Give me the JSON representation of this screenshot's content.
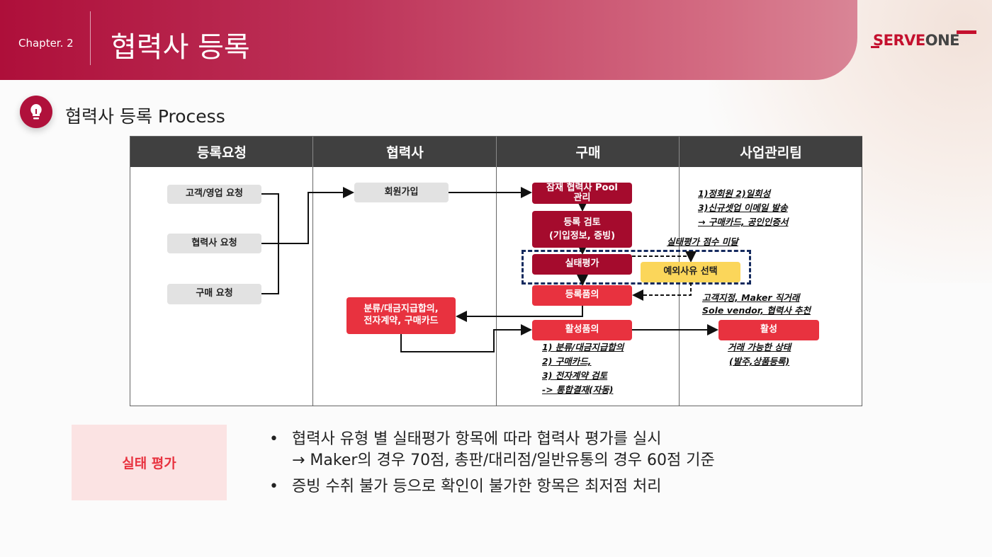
{
  "header": {
    "chapter": "Chapter. 2",
    "title": "협력사 등록",
    "logo": "SERVEONE",
    "logo_parts": [
      "SERVE",
      "ONE"
    ]
  },
  "section": {
    "icon": "lightbulb-icon",
    "title": "협력사 등록 Process"
  },
  "table": {
    "columns": [
      "등록요청",
      "협력사",
      "구매",
      "사업관리팀"
    ],
    "request": [
      "고객/영업 요청",
      "협력사 요청",
      "구매 요청"
    ],
    "partner": {
      "signup": "회원가입",
      "contract": [
        "분류/대금지급합의,",
        "전자계약, 구매카드"
      ]
    },
    "purchase": {
      "pool": [
        "잠재 협력사 Pool",
        "관리"
      ],
      "review": [
        "등록 검토",
        "(기입정보, 증빙)"
      ],
      "audit": "실태평가",
      "reg_approval": "등록품의",
      "act_approval": "활성품의",
      "act_notes": [
        "1) 분류/대금지급합의",
        "2) 구매카드,",
        "3) 전자계약 검토",
        "-> 통합결재(자동)"
      ]
    },
    "mgmt": {
      "notes": [
        "1)정회원 2)일회성",
        "3)신규셋업 이메일 발송",
        "→ 구매카드, 공인인증서"
      ],
      "fail_note": "실태평가 점수 미달",
      "exception": "예외사유 선택",
      "exception_notes": [
        "고객지정, Maker 직거래",
        "Sole vendor, 협력사 추천"
      ],
      "active": "활성",
      "active_notes": [
        "거래 가능한 상태",
        "(발주,상품등록)"
      ]
    }
  },
  "footer": {
    "label": "실태 평가",
    "bullets": [
      [
        "협력사 유형 별 실태평가 항목에 따라 협력사 평가를 실시",
        "→ Maker의 경우 70점, 총판/대리점/일반유통의 경우 60점 기준"
      ],
      [
        "증빙 수취 불가 등으로 확인이 불가한 항목은 최저점 처리"
      ]
    ]
  },
  "colors": {
    "brand": "#b0113b",
    "dark_red": "#a50b2d",
    "red": "#e8323f",
    "yellow": "#fbd65a",
    "header_gray": "#404040",
    "dashed": "#142a5e"
  }
}
